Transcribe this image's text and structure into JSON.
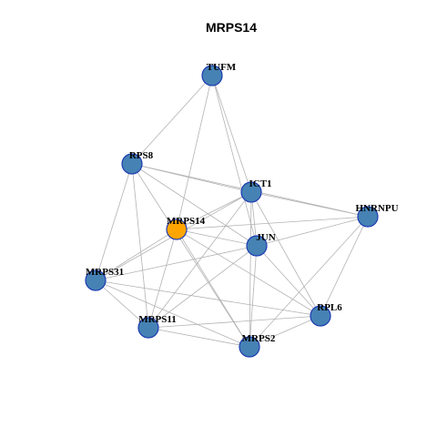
{
  "title": "MRPS14",
  "nodes": [
    {
      "id": "TUFM",
      "label": "TUFM",
      "color": "#4682B4",
      "stroke": "#1e3cb4"
    },
    {
      "id": "RPS8",
      "label": "RPS8",
      "color": "#4682B4",
      "stroke": "#1e3cb4"
    },
    {
      "id": "ICT1",
      "label": "ICT1",
      "color": "#4682B4",
      "stroke": "#1e3cb4"
    },
    {
      "id": "HNRNPU",
      "label": "HNRNPU",
      "color": "#4682B4",
      "stroke": "#1e3cb4"
    },
    {
      "id": "MRPS14",
      "label": "MRPS14",
      "color": "#FFA500",
      "stroke": "#1e3cb4"
    },
    {
      "id": "JUN",
      "label": "JUN",
      "color": "#4682B4",
      "stroke": "#1e3cb4"
    },
    {
      "id": "MRPS31",
      "label": "MRPS31",
      "color": "#4682B4",
      "stroke": "#1e3cb4"
    },
    {
      "id": "RPL6",
      "label": "RPL6",
      "color": "#4682B4",
      "stroke": "#1e3cb4"
    },
    {
      "id": "MRPS11",
      "label": "MRPS11",
      "color": "#4682B4",
      "stroke": "#1e3cb4"
    },
    {
      "id": "MRPS2",
      "label": "MRPS2",
      "color": "#4682B4",
      "stroke": "#1e3cb4"
    }
  ],
  "edges": [
    [
      "TUFM",
      "RPS8"
    ],
    [
      "TUFM",
      "ICT1"
    ],
    [
      "TUFM",
      "MRPS14"
    ],
    [
      "TUFM",
      "JUN"
    ],
    [
      "RPS8",
      "ICT1"
    ],
    [
      "RPS8",
      "HNRNPU"
    ],
    [
      "RPS8",
      "MRPS31"
    ],
    [
      "RPS8",
      "MRPS11"
    ],
    [
      "RPS8",
      "JUN"
    ],
    [
      "RPS8",
      "MRPS2"
    ],
    [
      "ICT1",
      "HNRNPU"
    ],
    [
      "ICT1",
      "MRPS14"
    ],
    [
      "ICT1",
      "JUN"
    ],
    [
      "ICT1",
      "MRPS31"
    ],
    [
      "ICT1",
      "MRPS11"
    ],
    [
      "ICT1",
      "RPL6"
    ],
    [
      "ICT1",
      "MRPS2"
    ],
    [
      "HNRNPU",
      "MRPS14"
    ],
    [
      "HNRNPU",
      "JUN"
    ],
    [
      "HNRNPU",
      "RPL6"
    ],
    [
      "HNRNPU",
      "MRPS2"
    ],
    [
      "MRPS14",
      "MRPS31"
    ],
    [
      "MRPS14",
      "MRPS11"
    ],
    [
      "MRPS14",
      "JUN"
    ],
    [
      "MRPS14",
      "RPL6"
    ],
    [
      "MRPS14",
      "MRPS2"
    ],
    [
      "JUN",
      "MRPS31"
    ],
    [
      "JUN",
      "MRPS11"
    ],
    [
      "JUN",
      "RPL6"
    ],
    [
      "JUN",
      "MRPS2"
    ],
    [
      "MRPS31",
      "MRPS11"
    ],
    [
      "MRPS31",
      "MRPS2"
    ],
    [
      "MRPS31",
      "RPL6"
    ],
    [
      "MRPS11",
      "RPL6"
    ],
    [
      "MRPS11",
      "MRPS2"
    ],
    [
      "RPL6",
      "MRPS2"
    ]
  ]
}
